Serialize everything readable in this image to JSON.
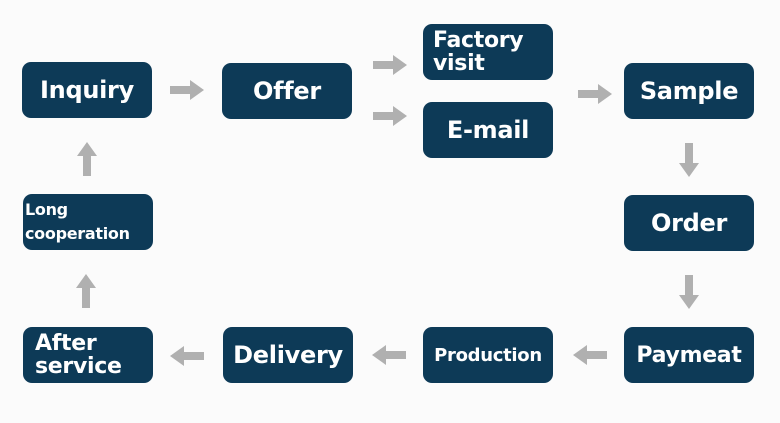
{
  "diagram": {
    "title": "",
    "colors": {
      "box": "#0d3a57",
      "text": "#ffffff",
      "arrow": "#b0b0b0",
      "background": "#fbfbfb"
    },
    "nodes": {
      "inquiry": "Inquiry",
      "offer": "Offer",
      "factory_visit_line1": "Factory",
      "factory_visit_line2": "visit",
      "email": "E-mail",
      "sample": "Sample",
      "order": "Order",
      "paymeat": "Paymeat",
      "production": "Production",
      "delivery": "Delivery",
      "after_service_line1": "After",
      "after_service_line2": "service",
      "long_coop_line1": "Long",
      "long_coop_line2": "cooperation"
    },
    "edges": [
      [
        "Inquiry",
        "Offer"
      ],
      [
        "Offer",
        "Factory visit"
      ],
      [
        "Offer",
        "E-mail"
      ],
      [
        "Factory visit / E-mail",
        "Sample"
      ],
      [
        "Sample",
        "Order"
      ],
      [
        "Order",
        "Paymeat"
      ],
      [
        "Paymeat",
        "Production"
      ],
      [
        "Production",
        "Delivery"
      ],
      [
        "Delivery",
        "After service"
      ],
      [
        "After service",
        "Long cooperation"
      ],
      [
        "Long cooperation",
        "Inquiry"
      ]
    ]
  }
}
